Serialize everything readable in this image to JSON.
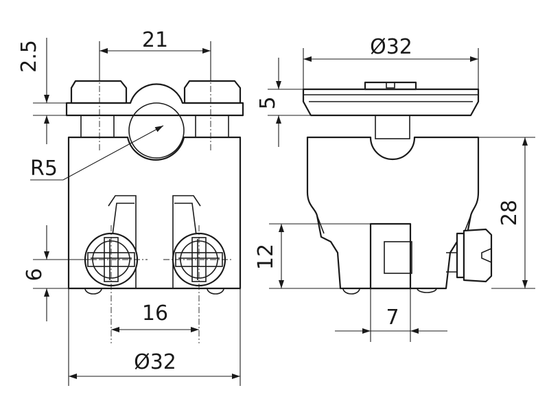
{
  "drawing": {
    "front_view": {
      "dim_top_bolt_spacing": "21",
      "dim_cap_height": "2.5",
      "dim_radius": "R5",
      "dim_screw_height": "6",
      "dim_screw_spacing": "16",
      "dim_base_diameter": "Ø32"
    },
    "side_view": {
      "dim_top_diameter": "Ø32",
      "dim_cap_thickness": "5",
      "dim_total_height": "28",
      "dim_lower_height": "12",
      "dim_slot_width": "7"
    }
  }
}
